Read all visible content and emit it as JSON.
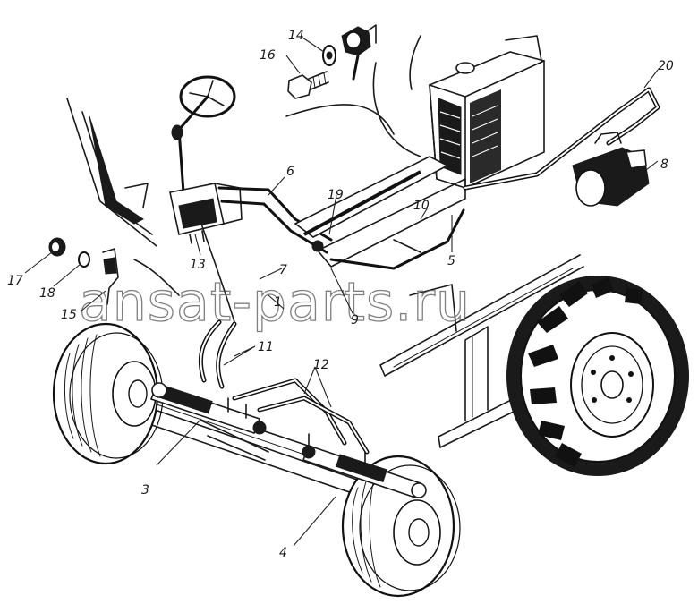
{
  "callouts": [
    {
      "id": "c1",
      "label": "1"
    },
    {
      "id": "c3",
      "label": "3"
    },
    {
      "id": "c4",
      "label": "4"
    },
    {
      "id": "c5",
      "label": "5"
    },
    {
      "id": "c6",
      "label": "6"
    },
    {
      "id": "c7",
      "label": "7"
    },
    {
      "id": "c8",
      "label": "8"
    },
    {
      "id": "c9",
      "label": "9"
    },
    {
      "id": "c10",
      "label": "10"
    },
    {
      "id": "c11",
      "label": "11"
    },
    {
      "id": "c12",
      "label": "12"
    },
    {
      "id": "c13",
      "label": "13"
    },
    {
      "id": "c14",
      "label": "14"
    },
    {
      "id": "c15",
      "label": "15"
    },
    {
      "id": "c16",
      "label": "16"
    },
    {
      "id": "c17",
      "label": "17"
    },
    {
      "id": "c18",
      "label": "18"
    },
    {
      "id": "c19",
      "label": "19"
    },
    {
      "id": "c20",
      "label": "20"
    }
  ],
  "watermark": "ansat-parts.ru"
}
